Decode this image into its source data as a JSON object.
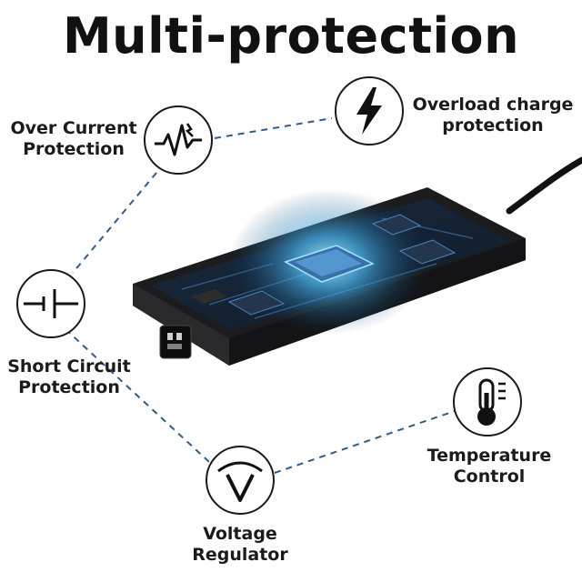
{
  "title": "Multi-protection",
  "features": {
    "over_current": {
      "line1": "Over Current",
      "line2": "Protection",
      "icon": "waveform-spark-icon"
    },
    "overload": {
      "line1": "Overload charge",
      "line2": "protection",
      "icon": "lightning-bolt-icon"
    },
    "short_circuit": {
      "line1": "Short Circuit",
      "line2": "Protection",
      "icon": "battery-symbol-icon"
    },
    "temperature": {
      "line1": "Temperature",
      "line2": "Control",
      "icon": "thermometer-icon"
    },
    "voltage": {
      "line1": "Voltage",
      "line2": "Regulator",
      "icon": "voltage-v-icon"
    }
  },
  "colors": {
    "dashed_line": "#2f5d8a",
    "case": "#1c1c1e",
    "glow": "#4fc3ff"
  }
}
